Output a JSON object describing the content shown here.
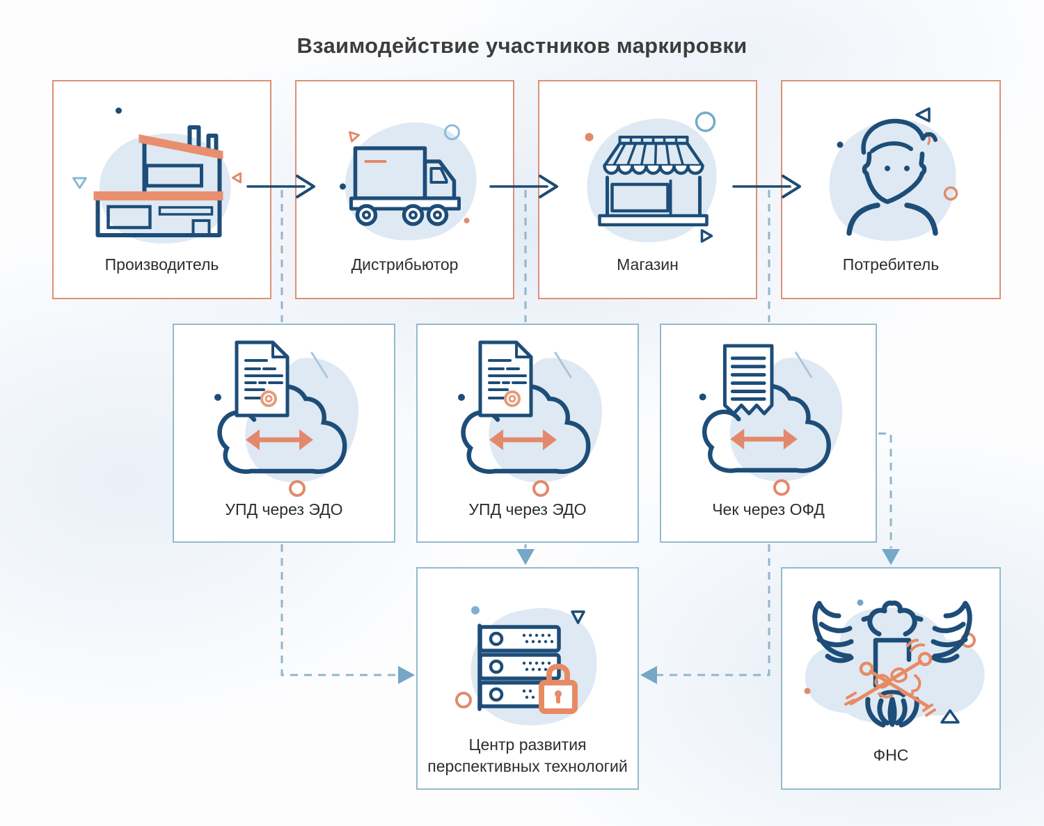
{
  "title": "Взаимодействие участников маркировки",
  "colors": {
    "top_card_border": "#dc9077",
    "info_card_border": "#93bacb",
    "icon_navy": "#1d4d78",
    "icon_coral": "#e3896b",
    "blob_blue": "#dee9f3",
    "dashed_connector": "#8fb6ce",
    "arrowhead_fill": "#76a7c6",
    "title_text": "#3d3d3d",
    "label_text": "#2d2d2d"
  },
  "top_row": [
    {
      "label": "Производитель",
      "icon": "factory-icon"
    },
    {
      "label": "Дистрибьютор",
      "icon": "truck-icon"
    },
    {
      "label": "Магазин",
      "icon": "store-icon"
    },
    {
      "label": "Потребитель",
      "icon": "person-icon"
    }
  ],
  "middle_row": [
    {
      "label": "УПД через ЭДО",
      "icon": "document-cloud-icon"
    },
    {
      "label": "УПД через ЭДО",
      "icon": "document-cloud-icon"
    },
    {
      "label": "Чек через ОФД",
      "icon": "receipt-cloud-icon"
    }
  ],
  "bottom_row": [
    {
      "label": "Центр развития перспективных технологий",
      "icon": "server-lock-icon"
    },
    {
      "label": "ФНС",
      "icon": "fns-eagle-icon"
    }
  ],
  "connections": [
    {
      "from": "Производитель",
      "to": "Дистрибьютор",
      "style": "solid-arrow"
    },
    {
      "from": "Дистрибьютор",
      "to": "Магазин",
      "style": "solid-arrow"
    },
    {
      "from": "Магазин",
      "to": "Потребитель",
      "style": "solid-arrow"
    },
    {
      "from": "Производитель → Дистрибьютор",
      "to": "УПД через ЭДО",
      "style": "dashed"
    },
    {
      "from": "Дистрибьютор → Магазин",
      "to": "УПД через ЭДО",
      "style": "dashed"
    },
    {
      "from": "Магазин → Потребитель",
      "to": "Чек через ОФД",
      "style": "dashed"
    },
    {
      "from": "УПД через ЭДО",
      "to": "Центр развития перспективных технологий",
      "style": "dashed-arrow"
    },
    {
      "from": "Чек через ОФД",
      "to": "Центр развития перспективных технологий",
      "style": "dashed-arrow"
    },
    {
      "from": "Чек через ОФД",
      "to": "ФНС",
      "style": "dashed-arrow"
    }
  ]
}
